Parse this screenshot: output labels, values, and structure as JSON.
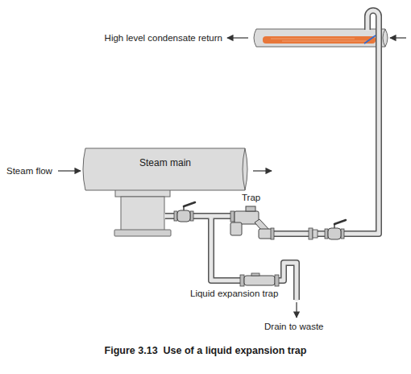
{
  "diagram": {
    "caption": "Figure 3.13  Use of a liquid expansion trap",
    "nodes": [
      {
        "text": [
          "Steam main"
        ]
      }
    ],
    "labels": [
      "High level condensate return",
      "Steam flow",
      "Trap",
      "Liquid expansion trap",
      "Drain to waste"
    ]
  }
}
